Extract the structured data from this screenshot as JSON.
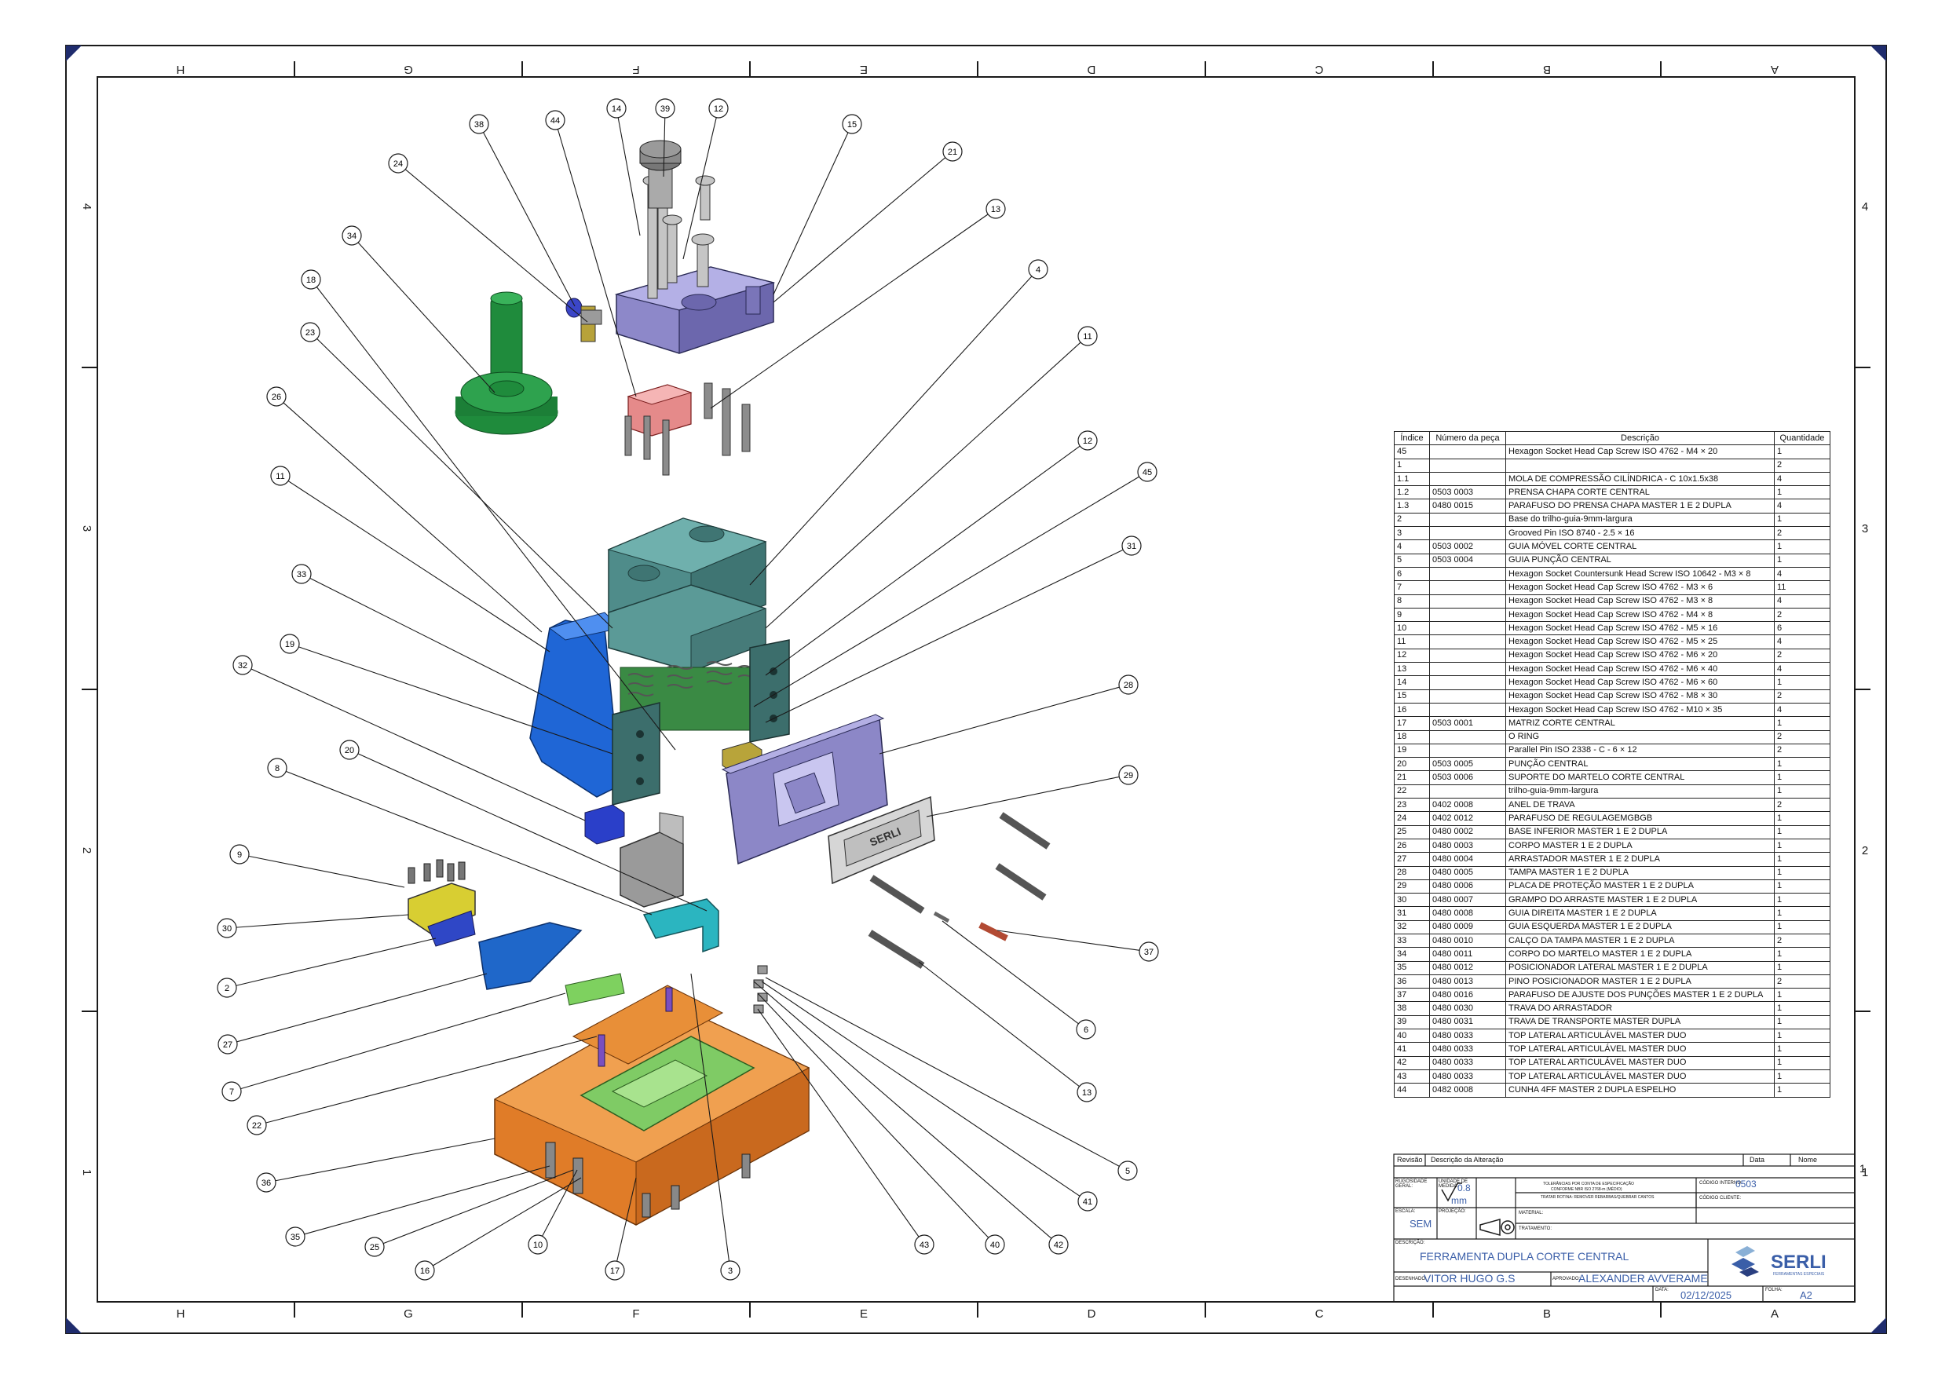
{
  "zones_horizontal": [
    "H",
    "G",
    "F",
    "E",
    "D",
    "C",
    "B",
    "A"
  ],
  "zones_vertical": [
    "4",
    "3",
    "2",
    "1"
  ],
  "balloons": [
    {
      "n": "14",
      "tx": -1,
      "ty": -1
    },
    {
      "n": "39"
    },
    {
      "n": "12"
    },
    {
      "n": "15"
    },
    {
      "n": "38"
    },
    {
      "n": "44"
    },
    {
      "n": "24"
    },
    {
      "n": "21"
    },
    {
      "n": "13"
    },
    {
      "n": "34"
    },
    {
      "n": "18"
    },
    {
      "n": "4"
    },
    {
      "n": "23"
    },
    {
      "n": "11"
    },
    {
      "n": "26"
    },
    {
      "n": "12"
    },
    {
      "n": "11"
    },
    {
      "n": "45"
    },
    {
      "n": "31"
    },
    {
      "n": "33"
    },
    {
      "n": "19"
    },
    {
      "n": "32"
    },
    {
      "n": "28"
    },
    {
      "n": "8"
    },
    {
      "n": "20"
    },
    {
      "n": "29"
    },
    {
      "n": "9"
    },
    {
      "n": "30"
    },
    {
      "n": "37"
    },
    {
      "n": "2"
    },
    {
      "n": "27"
    },
    {
      "n": "6"
    },
    {
      "n": "7"
    },
    {
      "n": "13"
    },
    {
      "n": "22"
    },
    {
      "n": "36"
    },
    {
      "n": "5"
    },
    {
      "n": "41"
    },
    {
      "n": "35"
    },
    {
      "n": "25"
    },
    {
      "n": "16"
    },
    {
      "n": "10"
    },
    {
      "n": "17"
    },
    {
      "n": "3"
    },
    {
      "n": "43"
    },
    {
      "n": "40"
    },
    {
      "n": "42"
    }
  ],
  "bom": {
    "headers": [
      "Índice",
      "Número da peça",
      "Descrição",
      "Quantidade"
    ],
    "rows": [
      [
        "45",
        "",
        "Hexagon Socket Head Cap Screw ISO 4762 - M4 × 20",
        "1"
      ],
      [
        "1",
        "",
        "",
        "2"
      ],
      [
        "1.1",
        "",
        "MOLA DE COMPRESSÃO CILÍNDRICA - C 10x1.5x38",
        "4"
      ],
      [
        "1.2",
        "0503 0003",
        "PRENSA CHAPA CORTE CENTRAL",
        "1"
      ],
      [
        "1.3",
        "0480 0015",
        "PARAFUSO DO PRENSA CHAPA MASTER 1 E 2 DUPLA",
        "4"
      ],
      [
        "2",
        "",
        "Base do trilho-guia-9mm-largura",
        "1"
      ],
      [
        "3",
        "",
        "Grooved Pin ISO 8740 - 2.5 × 16",
        "2"
      ],
      [
        "4",
        "0503 0002",
        "GUIA MÓVEL CORTE CENTRAL",
        "1"
      ],
      [
        "5",
        "0503 0004",
        "GUIA PUNÇÃO CENTRAL",
        "1"
      ],
      [
        "6",
        "",
        "Hexagon Socket Countersunk Head Screw ISO 10642 - M3 × 8",
        "4"
      ],
      [
        "7",
        "",
        "Hexagon Socket Head Cap Screw ISO 4762 - M3 × 6",
        "11"
      ],
      [
        "8",
        "",
        "Hexagon Socket Head Cap Screw ISO 4762 - M3 × 8",
        "4"
      ],
      [
        "9",
        "",
        "Hexagon Socket Head Cap Screw ISO 4762 - M4 × 8",
        "2"
      ],
      [
        "10",
        "",
        "Hexagon Socket Head Cap Screw ISO 4762 - M5 × 16",
        "6"
      ],
      [
        "11",
        "",
        "Hexagon Socket Head Cap Screw ISO 4762 - M5 × 25",
        "4"
      ],
      [
        "12",
        "",
        "Hexagon Socket Head Cap Screw ISO 4762 - M6 × 20",
        "2"
      ],
      [
        "13",
        "",
        "Hexagon Socket Head Cap Screw ISO 4762 - M6 × 40",
        "4"
      ],
      [
        "14",
        "",
        "Hexagon Socket Head Cap Screw ISO 4762 - M6 × 60",
        "1"
      ],
      [
        "15",
        "",
        "Hexagon Socket Head Cap Screw ISO 4762 - M8 × 30",
        "2"
      ],
      [
        "16",
        "",
        "Hexagon Socket Head Cap Screw ISO 4762 - M10 × 35",
        "4"
      ],
      [
        "17",
        "0503 0001",
        "MATRIZ CORTE CENTRAL",
        "1"
      ],
      [
        "18",
        "",
        "O RING",
        "2"
      ],
      [
        "19",
        "",
        "Parallel Pin ISO 2338 - C - 6 × 12",
        "2"
      ],
      [
        "20",
        "0503 0005",
        "PUNÇÃO CENTRAL",
        "1"
      ],
      [
        "21",
        "0503 0006",
        "SUPORTE DO MARTELO CORTE CENTRAL",
        "1"
      ],
      [
        "22",
        "",
        "trilho-guia-9mm-largura",
        "1"
      ],
      [
        "23",
        "0402 0008",
        "ANEL DE TRAVA",
        "2"
      ],
      [
        "24",
        "0402 0012",
        "PARAFUSO DE REGULAGEMGBGB",
        "1"
      ],
      [
        "25",
        "0480 0002",
        "BASE INFERIOR MASTER 1 E 2 DUPLA",
        "1"
      ],
      [
        "26",
        "0480 0003",
        "CORPO MASTER 1 E 2 DUPLA",
        "1"
      ],
      [
        "27",
        "0480 0004",
        "ARRASTADOR MASTER 1 E 2 DUPLA",
        "1"
      ],
      [
        "28",
        "0480 0005",
        "TAMPA MASTER 1 E 2 DUPLA",
        "1"
      ],
      [
        "29",
        "0480 0006",
        "PLACA DE PROTEÇÃO MASTER 1 E 2 DUPLA",
        "1"
      ],
      [
        "30",
        "0480 0007",
        "GRAMPO DO ARRASTE MASTER 1 E 2 DUPLA",
        "1"
      ],
      [
        "31",
        "0480 0008",
        "GUIA DIREITA MASTER 1 E 2 DUPLA",
        "1"
      ],
      [
        "32",
        "0480 0009",
        "GUIA ESQUERDA MASTER 1 E 2 DUPLA",
        "1"
      ],
      [
        "33",
        "0480 0010",
        "CALÇO DA TAMPA MASTER 1 E 2 DUPLA",
        "2"
      ],
      [
        "34",
        "0480 0011",
        "CORPO DO MARTELO MASTER 1 E 2 DUPLA",
        "1"
      ],
      [
        "35",
        "0480 0012",
        "POSICIONADOR LATERAL MASTER 1 E 2 DUPLA",
        "1"
      ],
      [
        "36",
        "0480 0013",
        "PINO POSICIONADOR MASTER 1 E 2 DUPLA",
        "2"
      ],
      [
        "37",
        "0480 0016",
        "PARAFUSO DE AJUSTE DOS PUNÇÕES MASTER 1 E 2 DUPLA",
        "1"
      ],
      [
        "38",
        "0480 0030",
        "TRAVA DO ARRASTADOR",
        "1"
      ],
      [
        "39",
        "0480 0031",
        "TRAVA DE TRANSPORTE MASTER DUPLA",
        "1"
      ],
      [
        "40",
        "0480 0033",
        "TOP LATERAL ARTICULÁVEL MASTER DUO",
        "1"
      ],
      [
        "41",
        "0480 0033",
        "TOP LATERAL ARTICULÁVEL MASTER DUO",
        "1"
      ],
      [
        "42",
        "0480 0033",
        "TOP LATERAL ARTICULÁVEL MASTER DUO",
        "1"
      ],
      [
        "43",
        "0480 0033",
        "TOP LATERAL ARTICULÁVEL MASTER DUO",
        "1"
      ],
      [
        "44",
        "0482 0008",
        "CUNHA 4FF MASTER 2 DUPLA ESPELHO",
        "1"
      ]
    ]
  },
  "title_block": {
    "rev_header": [
      "Revisão",
      "Descrição da Alteração",
      "Data",
      "Nome"
    ],
    "rev_number": "1",
    "rugosidade_label": "RUGOSIDADE GERAL:",
    "rugosidade_value": "0.8",
    "unidade_label": "UNIDADE DE MEDIDA:",
    "unidade_value": "mm",
    "notes": [
      "TOLERÂNCIAS POR CONTA DE ESPECIFICAÇÃO",
      "CONFORME NBR ISO 2768-m (MÉDIO)",
      "TRATAR ROTINA: REMOVER REBARBAS/QUEBRAR CANTOS"
    ],
    "codigo_label": "CÓDIGO INTERNO:",
    "codigo_value": "0503",
    "codigo_cliente_label": "CÓDIGO CLIENTE:",
    "escala_label": "ESCALA:",
    "escala_value": "SEM",
    "projecao_label": "PROJEÇÃO:",
    "material_label": "MATERIAL:",
    "tratamento_label": "TRATAMENTO:",
    "descricao_label": "DESCRIÇÃO:",
    "descricao_value": "FERRAMENTA DUPLA CORTE CENTRAL",
    "desenhado_label": "DESENHADO:",
    "desenhado_value": "VITOR HUGO G.S",
    "aprovado_label": "APROVADO:",
    "aprovado_value": "ALEXANDER AVVERAME",
    "data_label": "DATA:",
    "data_value": "02/12/2025",
    "folha_label": "FOLHA:",
    "folha_value": "A2",
    "brand": "SERLI",
    "brand_sub": "FERRAMENTAS ESPECIAIS",
    "plate_text": "SERLI",
    "colors": {
      "accent": "#3a5ea8",
      "frame": "#1a1a1a",
      "corner": "#1f2c6d"
    }
  }
}
